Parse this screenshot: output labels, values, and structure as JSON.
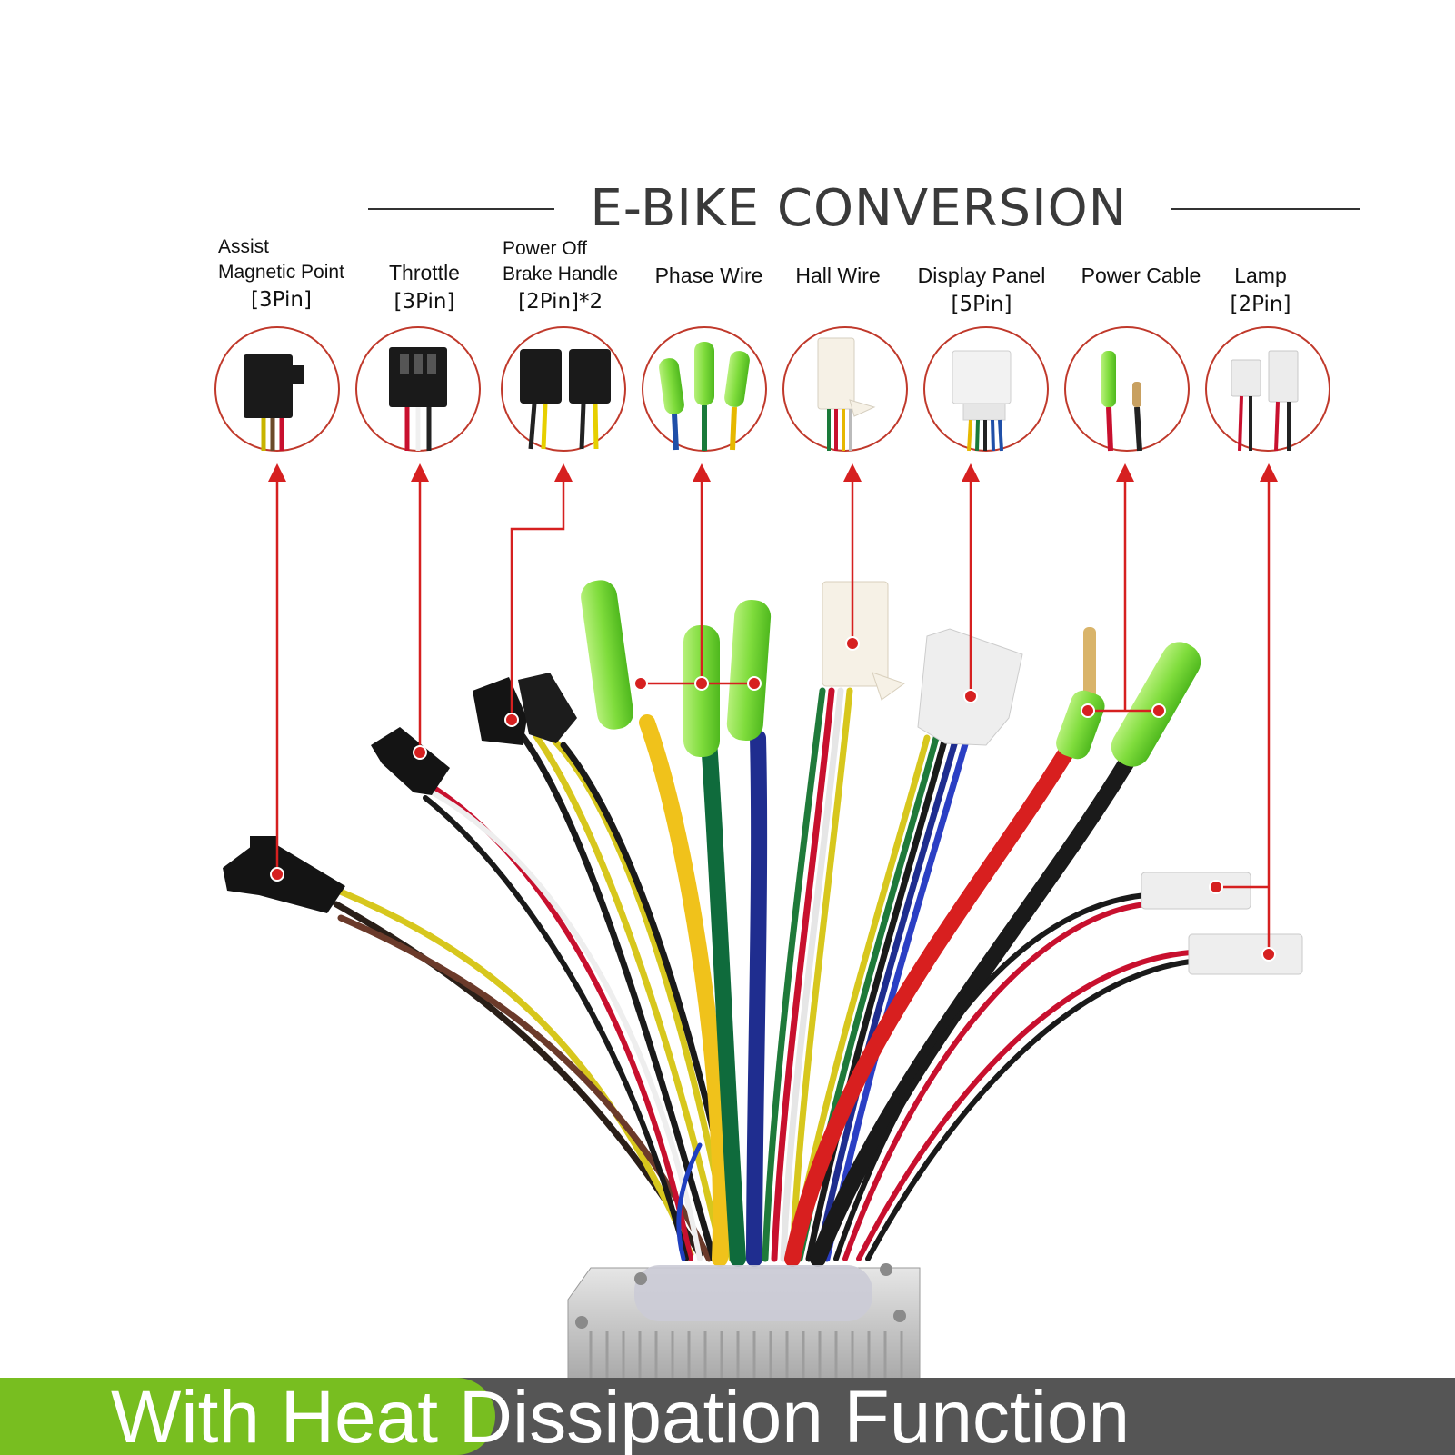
{
  "title": "E-BIKE CONVERSION",
  "connectors": [
    {
      "name": "Assist Magnetic Point",
      "line1": "Assist",
      "line2": "Magnetic Point",
      "pins": "[3Pin]"
    },
    {
      "name": "Throttle",
      "line1": "Throttle",
      "pins": "[3Pin]"
    },
    {
      "name": "Power Off Brake Handle",
      "line1": "Power Off",
      "line2": "Brake Handle",
      "pins": "[2Pin]*2"
    },
    {
      "name": "Phase Wire",
      "line1": "Phase Wire"
    },
    {
      "name": "Hall Wire",
      "line1": "Hall Wire"
    },
    {
      "name": "Display Panel",
      "line1": "Display Panel",
      "pins": "[5Pin]"
    },
    {
      "name": "Power Cable",
      "line1": "Power Cable"
    },
    {
      "name": "Lamp",
      "line1": "Lamp",
      "pins": "[2Pin]"
    }
  ],
  "footer": {
    "highlight": "With Heat",
    "rest": " Dissipation Function",
    "colors": {
      "highlight": "#78be20",
      "bar": "#555555",
      "text": "#ffffff"
    }
  },
  "colors": {
    "callout": "#d62020",
    "circle": "#c0392b"
  }
}
